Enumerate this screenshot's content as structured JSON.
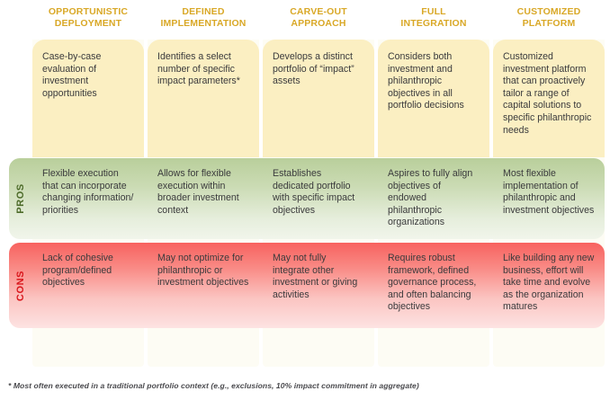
{
  "figure": {
    "columns": [
      {
        "header_line1": "OPPORTUNISTIC",
        "header_line2": "DEPLOYMENT",
        "approach": "Case-by-case evaluation of investment opportunities",
        "pros": "Flexible execution that can incorporate changing information/ priorities",
        "cons": "Lack of cohesive program/defined objectives"
      },
      {
        "header_line1": "DEFINED",
        "header_line2": "IMPLEMENTATION",
        "approach": "Identifies a select number of specific impact parameters*",
        "pros": "Allows for flexible execution within broader investment context",
        "cons": "May not optimize for philanthropic or investment objectives"
      },
      {
        "header_line1": "CARVE-OUT",
        "header_line2": "APPROACH",
        "approach": "Develops a distinct portfolio of “impact” assets",
        "pros": "Establishes dedicated portfolio with specific impact objectives",
        "cons": "May not fully integrate other investment or giving activities"
      },
      {
        "header_line1": "FULL",
        "header_line2": "INTEGRATION",
        "approach": "Considers both investment and philanthropic objectives in all portfolio decisions",
        "pros": "Aspires to fully align objectives of endowed philanthropic organizations",
        "cons": "Requires robust framework, defined governance process, and often balancing objectives"
      },
      {
        "header_line1": "CUSTOMIZED",
        "header_line2": "PLATFORM",
        "approach": "Customized investment platform that can proactively tailor a range of capital solutions to specific philanthropic needs",
        "pros": "Most flexible implementation of philanthropic and investment objectives",
        "cons": "Like building any new business, effort will take time and evolve as the organization matures"
      }
    ],
    "row_labels": {
      "pros": "PROS",
      "cons": "CONS"
    },
    "footnote": "* Most often executed in a traditional portfolio context (e.g., exclusions, 10% impact commitment in aggregate)",
    "colors": {
      "header_text": "#D9A827",
      "approach_fill": "#FBEFC2",
      "pros_fill": "#B9CF9B",
      "cons_fill": "#F8625F",
      "pros_label": "#4D6B2A",
      "cons_label": "#D9161C",
      "body_text": "#3A3A3C"
    }
  }
}
